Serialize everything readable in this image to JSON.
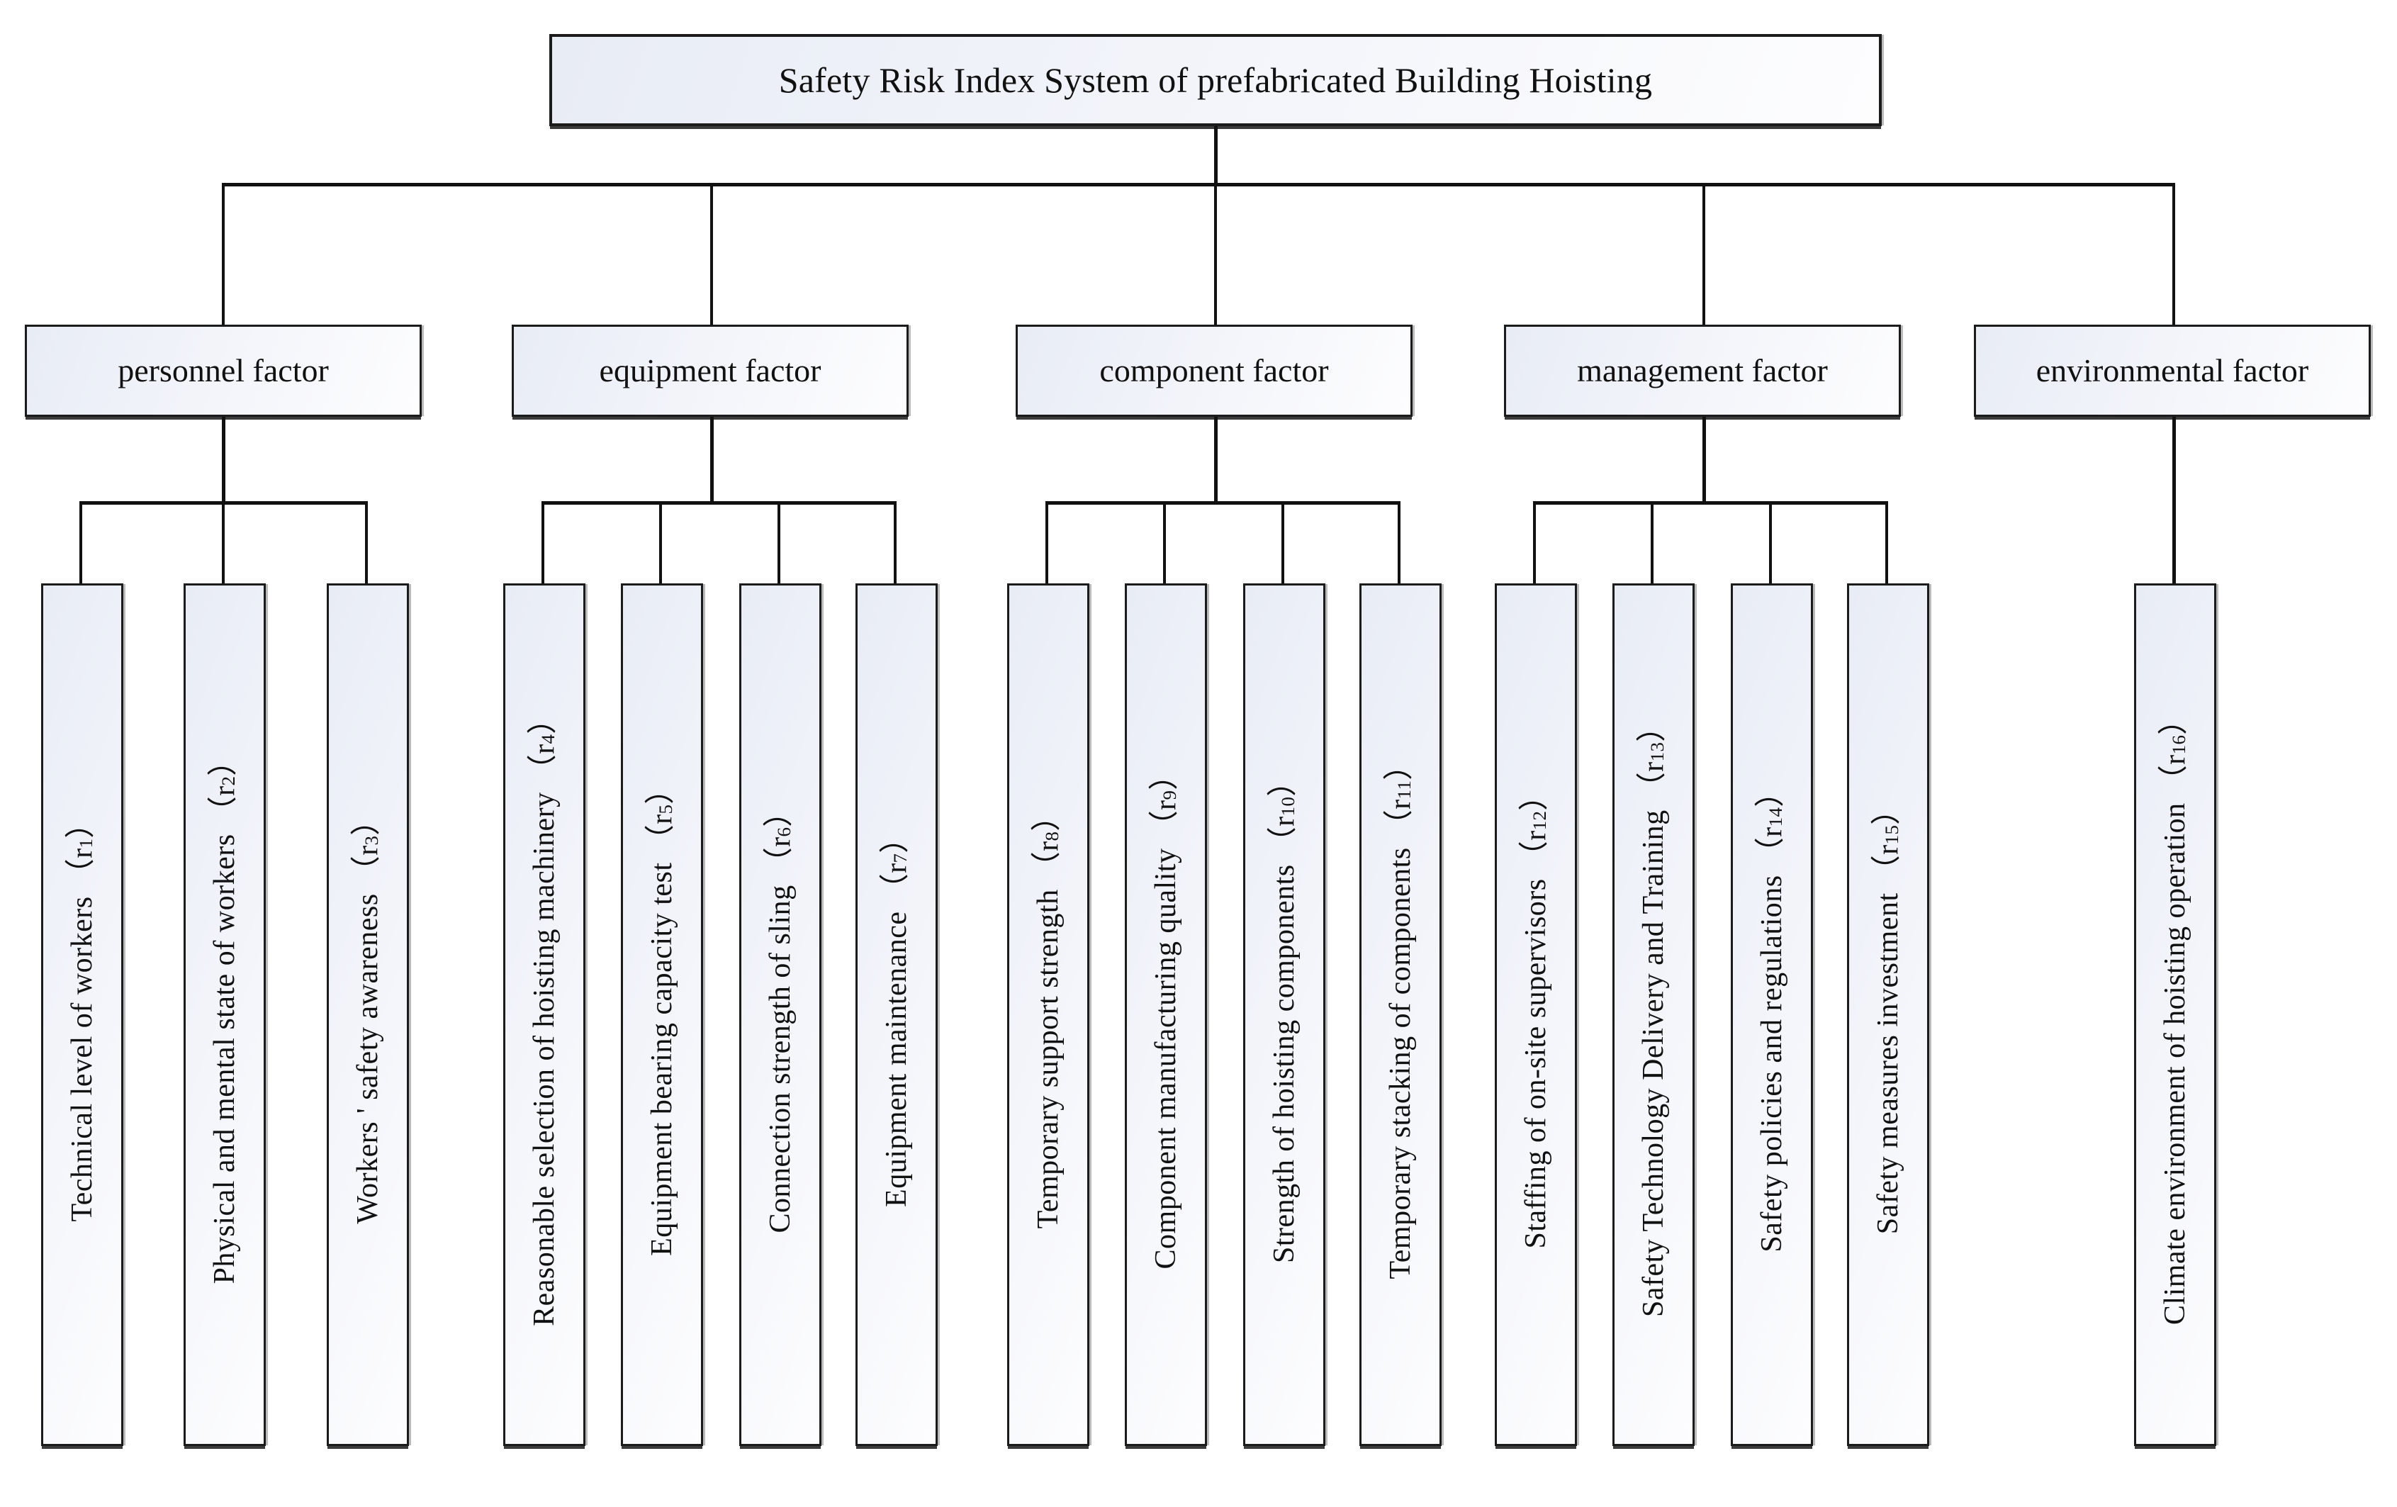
{
  "diagram": {
    "title": "Safety Risk Index System of prefabricated Building Hoisting",
    "root": {
      "label": "Safety Risk Index System of prefabricated Building Hoisting"
    },
    "factors": [
      {
        "id": "personnel",
        "label": "personnel factor"
      },
      {
        "id": "equipment",
        "label": "equipment factor"
      },
      {
        "id": "component",
        "label": "component factor"
      },
      {
        "id": "management",
        "label": "management factor"
      },
      {
        "id": "environmental",
        "label": "environmental factor"
      }
    ],
    "indicators": [
      {
        "code": "r1",
        "sub": "1",
        "text": "Technical level of workers",
        "label": "Technical level of workers （r",
        "parent": "personnel"
      },
      {
        "code": "r2",
        "sub": "2",
        "text": "Physical and mental state of workers",
        "label": "Physical and mental state of workers （r",
        "parent": "personnel"
      },
      {
        "code": "r3",
        "sub": "3",
        "text": "Workers ' safety awareness",
        "label": "Workers ' safety awareness （r",
        "parent": "personnel"
      },
      {
        "code": "r4",
        "sub": "4",
        "text": "Reasonable selection of hoisting machinery",
        "label": "Reasonable selection of hoisting machinery （r",
        "parent": "equipment"
      },
      {
        "code": "r5",
        "sub": "5",
        "text": "Equipment bearing capacity test",
        "label": "Equipment bearing capacity test （r",
        "parent": "equipment"
      },
      {
        "code": "r6",
        "sub": "6",
        "text": "Connection strength of sling",
        "label": "Connection strength of sling （r",
        "parent": "equipment"
      },
      {
        "code": "r7",
        "sub": "7",
        "text": "Equipment maintenance",
        "label": "Equipment maintenance （r",
        "parent": "equipment"
      },
      {
        "code": "r8",
        "sub": "8",
        "text": "Temporary support strength",
        "label": "Temporary support strength （r",
        "parent": "component"
      },
      {
        "code": "r9",
        "sub": "9",
        "text": "Component manufacturing quality",
        "label": "Component manufacturing quality （r",
        "parent": "component"
      },
      {
        "code": "r10",
        "sub": "10",
        "text": "Strength of hoisting components",
        "label": "Strength of hoisting components （r",
        "parent": "component"
      },
      {
        "code": "r11",
        "sub": "11",
        "text": "Temporary stacking of components",
        "label": "Temporary stacking of components （r",
        "parent": "component"
      },
      {
        "code": "r12",
        "sub": "12",
        "text": "Staffing of on-site supervisors",
        "label": "Staffing of on-site supervisors （r",
        "parent": "management"
      },
      {
        "code": "r13",
        "sub": "13",
        "text": "Safety Technology Delivery and Training",
        "label": "Safety Technology Delivery and Training （r",
        "parent": "management"
      },
      {
        "code": "r14",
        "sub": "14",
        "text": "Safety policies and regulations",
        "label": "Safety policies and regulations （r",
        "parent": "management"
      },
      {
        "code": "r15",
        "sub": "15",
        "text": "Safety measures investment",
        "label": "Safety measures investment （r",
        "parent": "management"
      },
      {
        "code": "r16",
        "sub": "16",
        "text": "Climate environment of hoisting operation",
        "label": "Climate environment of hoisting operation （r",
        "parent": "environmental"
      }
    ],
    "colors": {
      "box_border": "#1b1b1b",
      "box_fill_start": "#e8ecf5",
      "box_fill_end": "#fdfdfe",
      "line": "#111111",
      "text": "#111111",
      "background": "#ffffff"
    }
  }
}
